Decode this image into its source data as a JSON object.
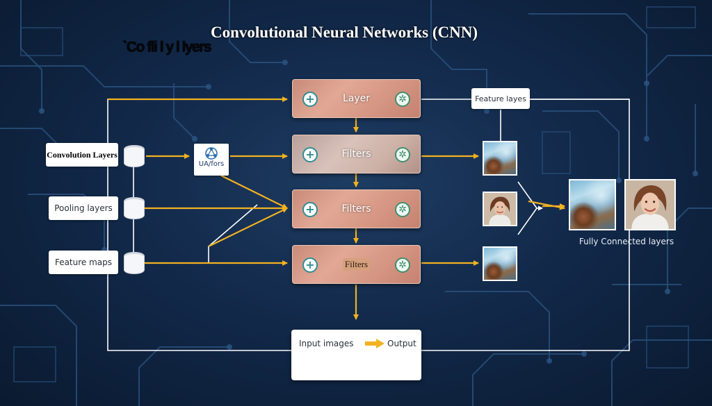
{
  "title": "Convolutional Neural Networks (CNN)",
  "subtitle": "`Co  fli  l  y  l  lyers",
  "left_labels": [
    {
      "text": "Convolution Layers"
    },
    {
      "text": "Pooling layers"
    },
    {
      "text": "Feature maps"
    }
  ],
  "uaf": {
    "label": "UA/fors",
    "icon": "network-nodes-icon"
  },
  "layers": [
    {
      "label": "Layer"
    },
    {
      "label": "Filters"
    },
    {
      "label": "Filters"
    },
    {
      "label": "Filters"
    }
  ],
  "feature_label": "Feature layes",
  "fully_connected_label": "Fully Connected layers",
  "io": {
    "input": "Input images",
    "output": "Output"
  },
  "icons": {
    "left": "plus-circle-icon",
    "right": "gear-circle-icon"
  },
  "colors": {
    "arrow": "#f2b221",
    "line": "#ffffff",
    "box_accent": "#2f8c93"
  }
}
